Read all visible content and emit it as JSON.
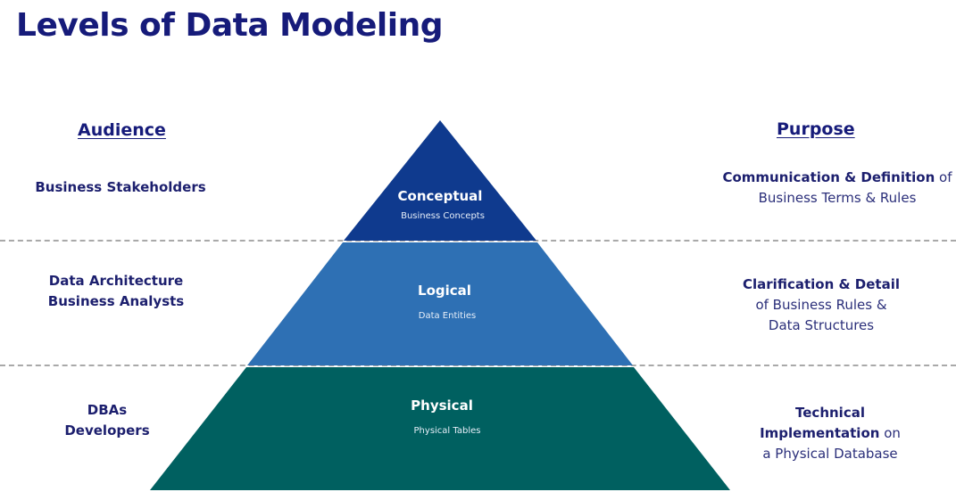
{
  "title": "Levels of Data Modeling",
  "headers": {
    "audience": "Audience",
    "purpose": "Purpose"
  },
  "levels": [
    {
      "name": "Conceptual",
      "subtitle": "Business Concepts",
      "color": "#0f3a8e",
      "audience": [
        "Business Stakeholders"
      ],
      "purpose": {
        "bold": "Communication & Definition",
        "rest1": " of",
        "line2": "Business Terms & Rules"
      }
    },
    {
      "name": "Logical",
      "subtitle": "Data Entities",
      "color": "#2e70b4",
      "audience": [
        "Data Architecture",
        "Business Analysts"
      ],
      "purpose": {
        "bold": "Clarification & Detail",
        "line2": "of Business Rules &",
        "line3": "Data Structures"
      }
    },
    {
      "name": "Physical",
      "subtitle": "Physical Tables",
      "color": "#006060",
      "audience": [
        "DBAs",
        "Developers"
      ],
      "purpose": {
        "line1": "Technical",
        "bold": "Implementation",
        "rest2": " on",
        "line3": "a Physical Database"
      }
    }
  ]
}
